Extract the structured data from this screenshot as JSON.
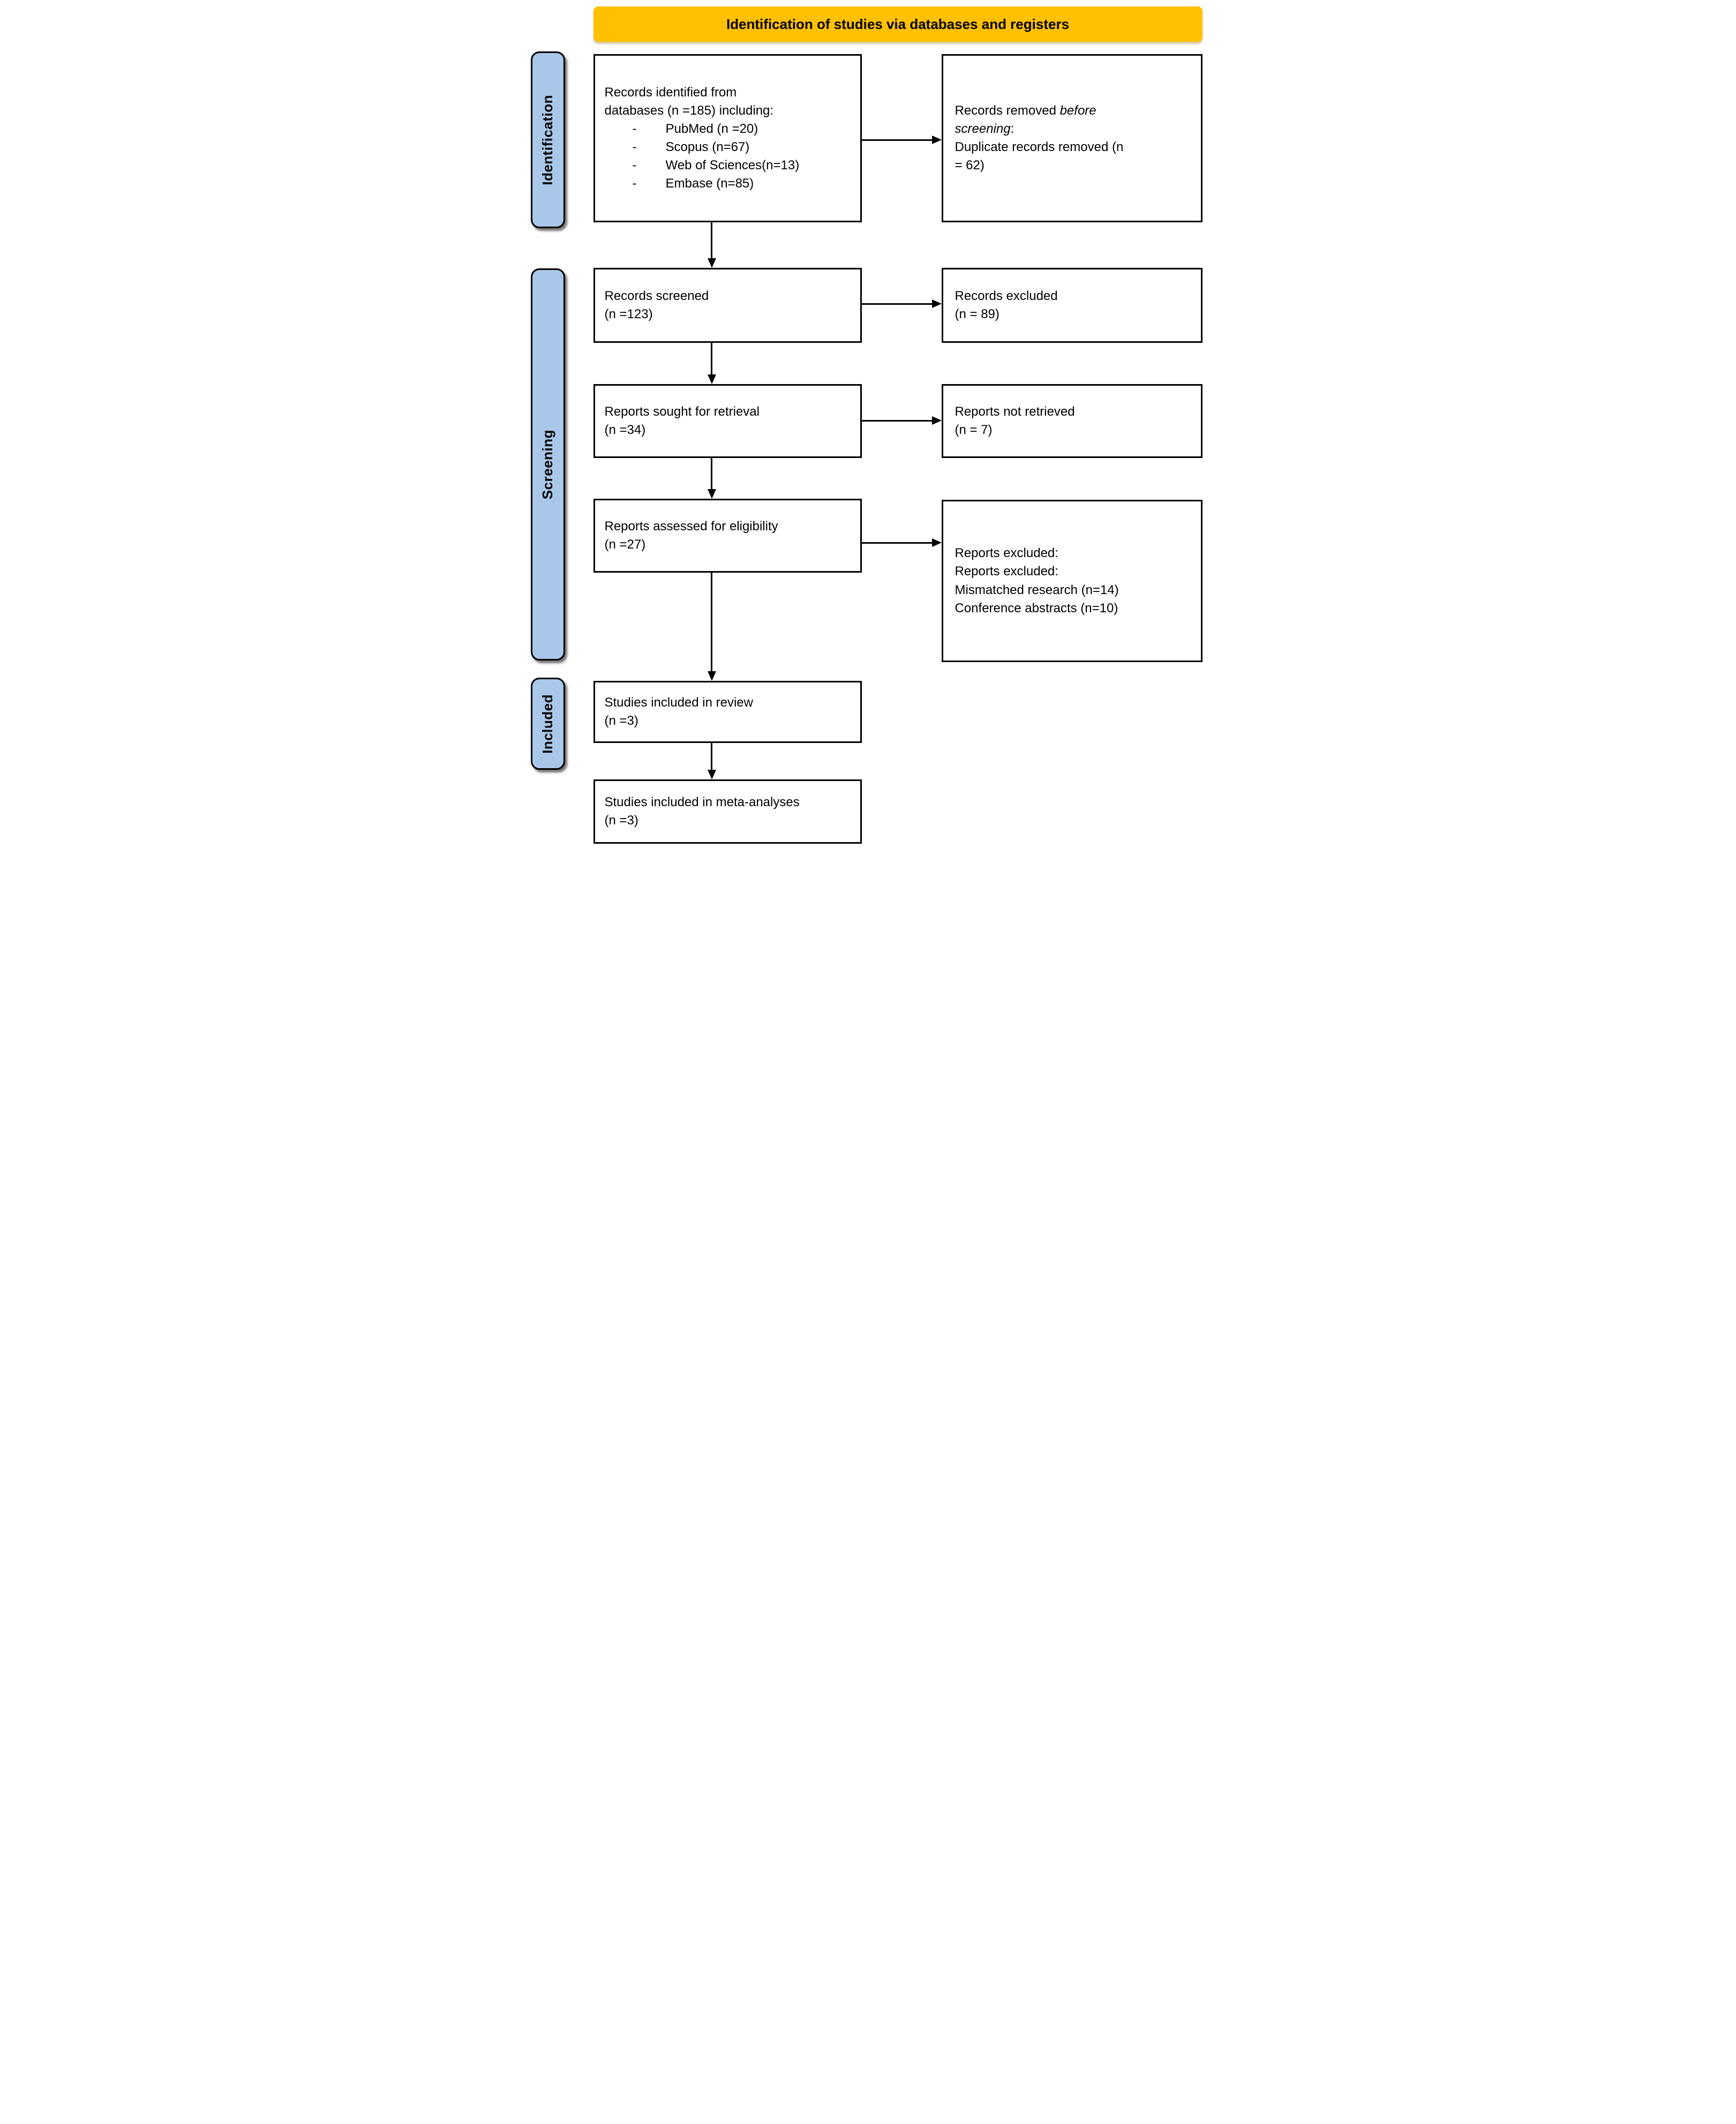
{
  "banner": {
    "title": "Identification of studies via databases and registers"
  },
  "stages": {
    "identification": "Identification",
    "screening": "Screening",
    "included": "Included"
  },
  "colors": {
    "banner_bg": "#FFC000",
    "stage_fill": "#A9C7E8",
    "box_border": "#000000"
  },
  "boxes": {
    "identified": {
      "line1": "Records identified from",
      "line2": "databases (n =185) including:",
      "items": [
        {
          "bullet": "-",
          "text": "PubMed (n =20)"
        },
        {
          "bullet": "-",
          "text": "Scopus (n=67)"
        },
        {
          "bullet": "-",
          "text": "Web of Sciences(n=13)"
        },
        {
          "bullet": "-",
          "text": "Embase (n=85)"
        }
      ]
    },
    "removed": {
      "line1_text": "Records removed ",
      "line1_italic": "before",
      "line2_italic": "screening",
      "line2_suffix": ":",
      "detail_line1": "Duplicate records removed (n",
      "detail_line2": "= 62)"
    },
    "screened": {
      "line1": "Records screened",
      "line2": "(n =123)"
    },
    "records_excluded": {
      "line1": "Records excluded",
      "line2": "(n = 89)"
    },
    "sought": {
      "line1": "Reports sought for retrieval",
      "line2": "(n =34)"
    },
    "not_retrieved": {
      "line1": "Reports not retrieved",
      "line2": "(n = 7)"
    },
    "assessed": {
      "line1": "Reports assessed for eligibility",
      "line2": "(n =27)"
    },
    "reports_excluded": {
      "heading": "Reports excluded:",
      "items": [
        "Reports excluded:",
        "Mismatched research (n=14)",
        "Conference abstracts (n=10)"
      ]
    },
    "included_review": {
      "line1": "Studies included in review",
      "line2": "(n =3)"
    },
    "included_meta": {
      "line1": "Studies included in meta-analyses",
      "line2": "(n =3)"
    }
  }
}
